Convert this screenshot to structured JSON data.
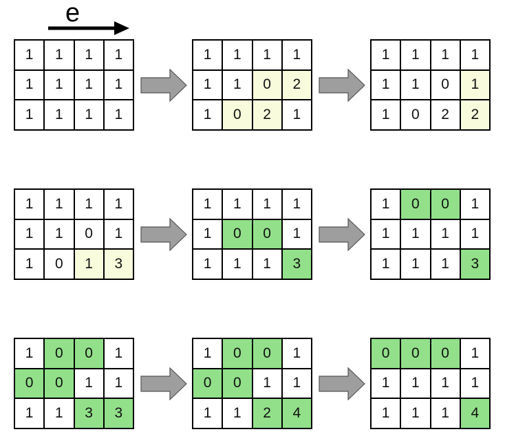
{
  "direction_label": "e",
  "colors": {
    "plain": "#ffffff",
    "light": "#f8fbdc",
    "dark": "#92e08a",
    "arrow_fill": "#9e9e9e",
    "arrow_stroke": "#555555"
  },
  "rows": [
    {
      "grids": [
        {
          "cells": [
            [
              "1",
              "1",
              "1",
              "1"
            ],
            [
              "1",
              "1",
              "1",
              "1"
            ],
            [
              "1",
              "1",
              "1",
              "1"
            ]
          ],
          "fills": [
            [
              "n",
              "n",
              "n",
              "n"
            ],
            [
              "n",
              "n",
              "n",
              "n"
            ],
            [
              "n",
              "n",
              "n",
              "n"
            ]
          ]
        },
        {
          "cells": [
            [
              "1",
              "1",
              "1",
              "1"
            ],
            [
              "1",
              "1",
              "0",
              "2"
            ],
            [
              "1",
              "0",
              "2",
              "1"
            ]
          ],
          "fills": [
            [
              "n",
              "n",
              "n",
              "n"
            ],
            [
              "n",
              "n",
              "l",
              "l"
            ],
            [
              "n",
              "l",
              "l",
              "n"
            ]
          ]
        },
        {
          "cells": [
            [
              "1",
              "1",
              "1",
              "1"
            ],
            [
              "1",
              "1",
              "0",
              "1"
            ],
            [
              "1",
              "0",
              "2",
              "2"
            ]
          ],
          "fills": [
            [
              "n",
              "n",
              "n",
              "n"
            ],
            [
              "n",
              "n",
              "n",
              "l"
            ],
            [
              "n",
              "n",
              "n",
              "l"
            ]
          ]
        }
      ]
    },
    {
      "grids": [
        {
          "cells": [
            [
              "1",
              "1",
              "1",
              "1"
            ],
            [
              "1",
              "1",
              "0",
              "1"
            ],
            [
              "1",
              "0",
              "1",
              "3"
            ]
          ],
          "fills": [
            [
              "n",
              "n",
              "n",
              "n"
            ],
            [
              "n",
              "n",
              "n",
              "n"
            ],
            [
              "n",
              "n",
              "l",
              "l"
            ]
          ]
        },
        {
          "cells": [
            [
              "1",
              "1",
              "1",
              "1"
            ],
            [
              "1",
              "0",
              "0",
              "1"
            ],
            [
              "1",
              "1",
              "1",
              "3"
            ]
          ],
          "fills": [
            [
              "n",
              "n",
              "n",
              "n"
            ],
            [
              "n",
              "d",
              "d",
              "n"
            ],
            [
              "n",
              "n",
              "n",
              "d"
            ]
          ]
        },
        {
          "cells": [
            [
              "1",
              "0",
              "0",
              "1"
            ],
            [
              "1",
              "1",
              "1",
              "1"
            ],
            [
              "1",
              "1",
              "1",
              "3"
            ]
          ],
          "fills": [
            [
              "n",
              "d",
              "d",
              "n"
            ],
            [
              "n",
              "n",
              "n",
              "n"
            ],
            [
              "n",
              "n",
              "n",
              "d"
            ]
          ]
        }
      ]
    },
    {
      "grids": [
        {
          "cells": [
            [
              "1",
              "0",
              "0",
              "1"
            ],
            [
              "0",
              "0",
              "1",
              "1"
            ],
            [
              "1",
              "1",
              "3",
              "3"
            ]
          ],
          "fills": [
            [
              "n",
              "d",
              "d",
              "n"
            ],
            [
              "d",
              "d",
              "n",
              "n"
            ],
            [
              "n",
              "n",
              "d",
              "d"
            ]
          ]
        },
        {
          "cells": [
            [
              "1",
              "0",
              "0",
              "1"
            ],
            [
              "0",
              "0",
              "1",
              "1"
            ],
            [
              "1",
              "1",
              "2",
              "4"
            ]
          ],
          "fills": [
            [
              "n",
              "d",
              "d",
              "n"
            ],
            [
              "d",
              "d",
              "n",
              "n"
            ],
            [
              "n",
              "n",
              "d",
              "d"
            ]
          ]
        },
        {
          "cells": [
            [
              "0",
              "0",
              "0",
              "1"
            ],
            [
              "1",
              "1",
              "1",
              "1"
            ],
            [
              "1",
              "1",
              "1",
              "4"
            ]
          ],
          "fills": [
            [
              "d",
              "d",
              "d",
              "n"
            ],
            [
              "n",
              "n",
              "n",
              "n"
            ],
            [
              "n",
              "n",
              "n",
              "d"
            ]
          ]
        }
      ]
    }
  ]
}
